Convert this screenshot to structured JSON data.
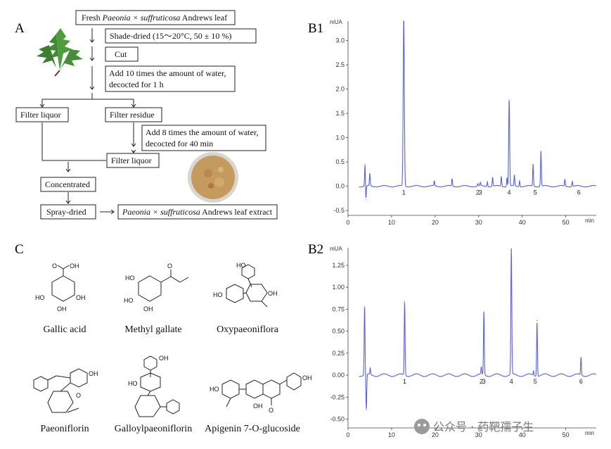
{
  "panels": {
    "a": "A",
    "b1": "B1",
    "b2": "B2",
    "c": "C"
  },
  "flow": {
    "start_prefix": "Fresh ",
    "start_species": "Paeonia × suffruticosa",
    "start_suffix": " Andrews leaf",
    "step1": "Shade-dried (15～20°C, 50 ± 10 %)",
    "step2": "Cut",
    "step3_line1": "Add 10 times the amount of water,",
    "step3_line2": "decocted for 1 h",
    "filter_liquor": "Filter liquor",
    "filter_residue": "Filter residue",
    "step4_line1": "Add 8 times the amount of water,",
    "step4_line2": "decocted for 40 min",
    "filter_liquor2": "Filter liquor",
    "concentrated": "Concentrated",
    "spray_dried": "Spray-dried",
    "extract_species": "Paeonia × suffruticosa",
    "extract_suffix": " Andrews leaf extract"
  },
  "compounds": [
    "Gallic acid",
    "Methyl gallate",
    "Oxypaeoniflora",
    "Paeoniflorin",
    "Galloylpaeoniflorin",
    "Apigenin 7-O-glucoside"
  ],
  "atoms": {
    "oh": "OH",
    "o": "O",
    "ho": "HO"
  },
  "watermark": "公众号 · 药靶孺子生",
  "chart_data": [
    {
      "type": "line",
      "title": "B1",
      "ylabel": "mUA",
      "xlabel": "min",
      "xlim": [
        0,
        57
      ],
      "ylim": [
        -0.6,
        3.4
      ],
      "xticks": [
        "0",
        "10",
        "20",
        "30",
        "40",
        "50"
      ],
      "yticks": [
        "-0.5",
        "0.0",
        "0.5",
        "1.0",
        "1.5",
        "2.0",
        "2.5",
        "3.0"
      ],
      "peak_labels": [
        {
          "label": "1",
          "x": 12.8
        },
        {
          "label": "2",
          "x": 29.8
        },
        {
          "label": "3",
          "x": 30.4
        },
        {
          "label": "4",
          "x": 37.0
        },
        {
          "label": "5",
          "x": 43.0
        },
        {
          "label": "6",
          "x": 53.0
        }
      ],
      "series": [
        {
          "color": "#5b63d6",
          "baseline": 0.0,
          "peaks": [
            {
              "x": 3.9,
              "y": 0.45
            },
            {
              "x": 4.1,
              "y": -0.28
            },
            {
              "x": 5.0,
              "y": 0.25
            },
            {
              "x": 12.8,
              "y": 3.45
            },
            {
              "x": 19.8,
              "y": 0.1
            },
            {
              "x": 23.9,
              "y": 0.15
            },
            {
              "x": 29.8,
              "y": 0.05
            },
            {
              "x": 30.4,
              "y": 0.07
            },
            {
              "x": 32.0,
              "y": 0.1
            },
            {
              "x": 33.2,
              "y": 0.18
            },
            {
              "x": 35.2,
              "y": 0.2
            },
            {
              "x": 36.5,
              "y": 0.18
            },
            {
              "x": 37.0,
              "y": 1.78
            },
            {
              "x": 38.2,
              "y": 0.22
            },
            {
              "x": 39.4,
              "y": 0.12
            },
            {
              "x": 42.5,
              "y": 0.45
            },
            {
              "x": 44.3,
              "y": 0.72
            },
            {
              "x": 49.8,
              "y": 0.14
            },
            {
              "x": 51.5,
              "y": 0.1
            }
          ]
        }
      ]
    },
    {
      "type": "line",
      "title": "B2",
      "ylabel": "mUA",
      "xlabel": "min",
      "xlim": [
        0,
        57
      ],
      "ylim": [
        -0.6,
        1.45
      ],
      "xticks": [
        "0",
        "10",
        "20",
        "30",
        "40",
        "50"
      ],
      "yticks": [
        "-0.50",
        "-0.25",
        "0.00",
        "0.25",
        "0.50",
        "0.75",
        "1.00",
        "1.25"
      ],
      "peak_labels": [
        {
          "label": "1",
          "x": 13.0
        },
        {
          "label": "2",
          "x": 30.6
        },
        {
          "label": "3",
          "x": 31.2
        },
        {
          "label": "4",
          "x": 37.5
        },
        {
          "label": "5",
          "x": 43.0
        },
        {
          "label": "6",
          "x": 53.5
        }
      ],
      "series": [
        {
          "color": "#5b63d6",
          "baseline": 0.0,
          "peaks": [
            {
              "x": 3.8,
              "y": 0.78
            },
            {
              "x": 4.2,
              "y": -0.4
            },
            {
              "x": 5.1,
              "y": 0.07
            },
            {
              "x": 13.0,
              "y": 0.84
            },
            {
              "x": 30.6,
              "y": 0.08
            },
            {
              "x": 31.2,
              "y": 0.72
            },
            {
              "x": 37.5,
              "y": 1.43
            },
            {
              "x": 42.6,
              "y": 0.05
            },
            {
              "x": 43.4,
              "y": 0.62
            },
            {
              "x": 53.5,
              "y": 0.2
            }
          ]
        }
      ]
    }
  ]
}
